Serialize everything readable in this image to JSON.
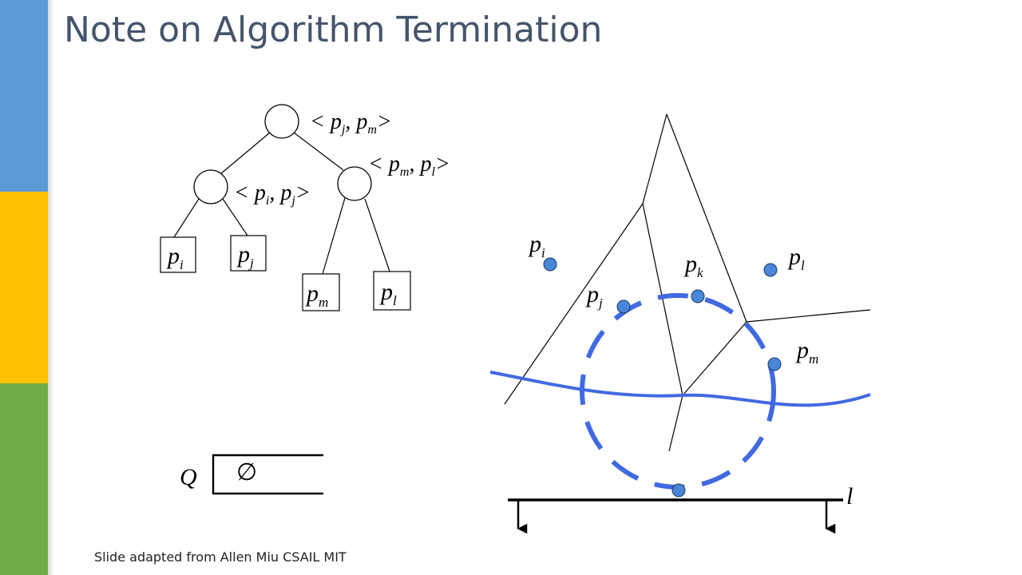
{
  "slide": {
    "title": "Note on Algorithm Termination",
    "footer": "Slide adapted from Allen Miu CSAIL MIT"
  },
  "colors": {
    "title": "#44546a",
    "stripe_blue": "#5b9bd5",
    "stripe_yellow": "#ffc000",
    "stripe_green": "#70ad47",
    "beach_line": "#4169e1",
    "site_fill": "#4a86d8"
  },
  "tree": {
    "root_label": {
      "open": "< ",
      "p1": "p",
      "s1": "j",
      "comma": ", ",
      "p2": "p",
      "s2": "m",
      "close": ">"
    },
    "right_label": {
      "open": "< ",
      "p1": "p",
      "s1": "m",
      "comma": ", ",
      "p2": "p",
      "s2": "l",
      "close": ">"
    },
    "left_label": {
      "open": "< ",
      "p1": "p",
      "s1": "i",
      "comma": ", ",
      "p2": "p",
      "s2": "j",
      "close": ">"
    },
    "leaves": [
      {
        "base": "p",
        "sub": "i"
      },
      {
        "base": "p",
        "sub": "j"
      },
      {
        "base": "p",
        "sub": "m"
      },
      {
        "base": "p",
        "sub": "l"
      }
    ]
  },
  "queue": {
    "label": "Q",
    "content": "∅"
  },
  "voronoi": {
    "sites": [
      {
        "base": "p",
        "sub": "i"
      },
      {
        "base": "p",
        "sub": "j"
      },
      {
        "base": "p",
        "sub": "k"
      },
      {
        "base": "p",
        "sub": "l"
      },
      {
        "base": "p",
        "sub": "m"
      }
    ],
    "sweep_label": "l"
  }
}
